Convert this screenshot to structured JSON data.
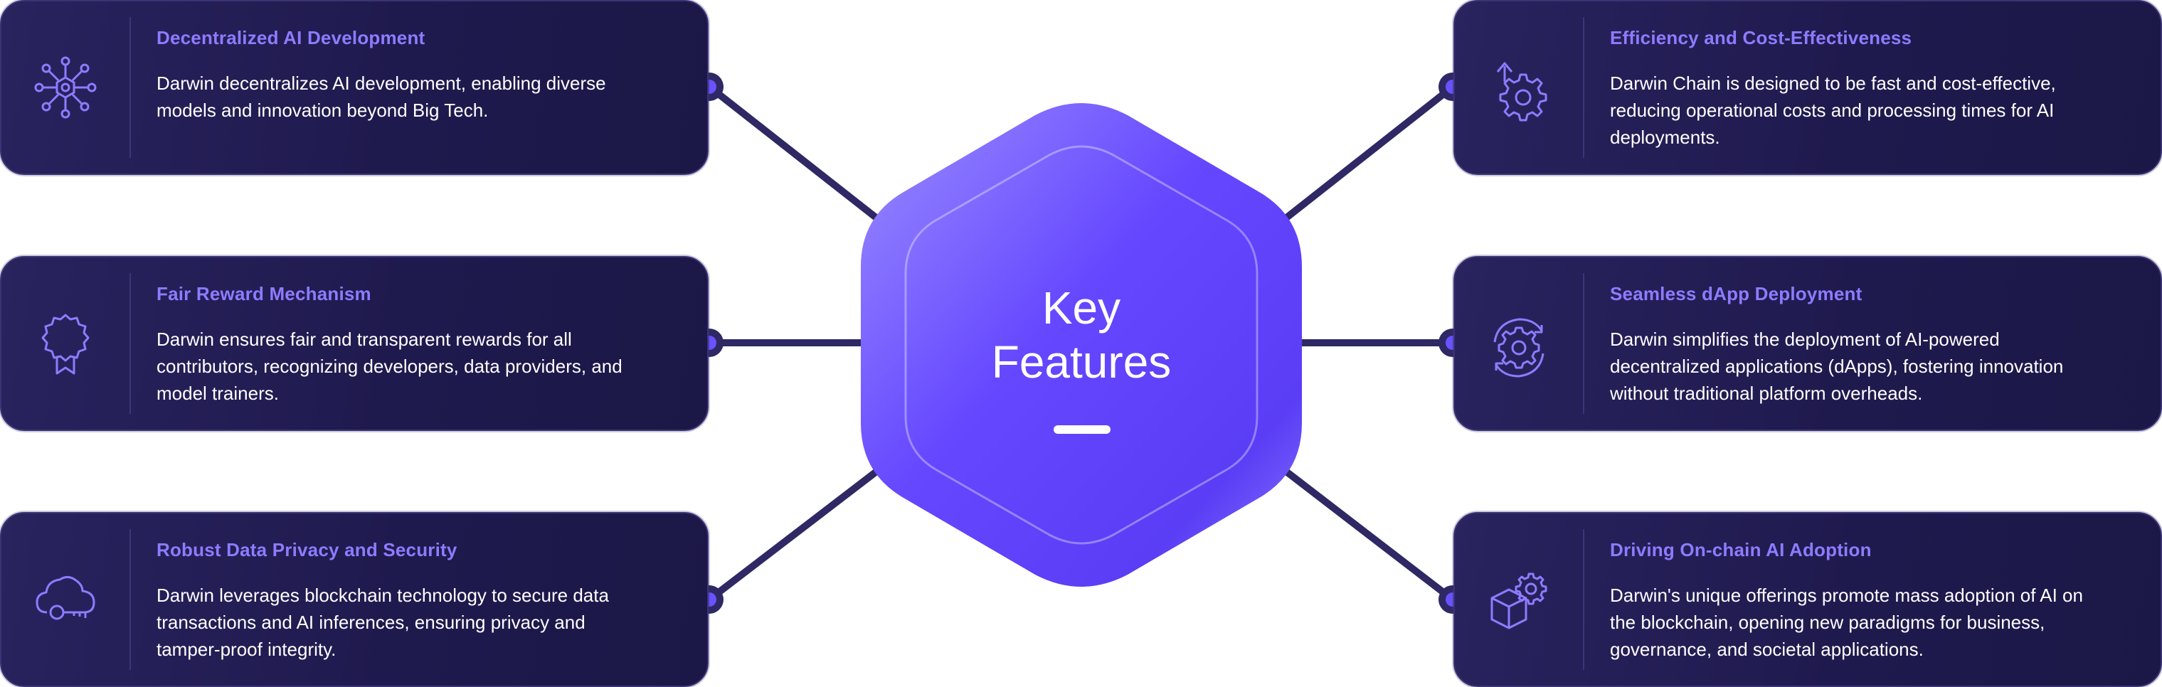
{
  "center": {
    "title_line1": "Key",
    "title_line2": "Features"
  },
  "colors": {
    "card_bg": "#221d52",
    "title_accent": "#8e7bff",
    "hex_primary": "#6a4dff",
    "connector": "#2e2864",
    "dot": "#6b52ff"
  },
  "features": [
    {
      "icon": "network-nodes-icon",
      "title": "Decentralized AI Development",
      "lines": [
        "Darwin decentralizes AI development, enabling diverse",
        "models and innovation beyond Big Tech."
      ]
    },
    {
      "icon": "award-ribbon-icon",
      "title": "Fair Reward Mechanism",
      "lines": [
        "Darwin ensures fair and transparent rewards for all",
        "contributors, recognizing developers, data providers, and",
        "model trainers."
      ]
    },
    {
      "icon": "cloud-key-icon",
      "title": "Robust Data Privacy and Security",
      "lines": [
        "Darwin leverages blockchain technology to secure data",
        "transactions and AI inferences, ensuring privacy and",
        "tamper-proof integrity."
      ]
    },
    {
      "icon": "gear-arrow-up-icon",
      "title": "Efficiency and Cost-Effectiveness",
      "lines": [
        "Darwin Chain is designed to be fast and cost-effective,",
        "reducing operational costs and processing times for AI",
        "deployments."
      ]
    },
    {
      "icon": "gear-cycle-icon",
      "title": "Seamless dApp Deployment",
      "lines": [
        "Darwin simplifies the deployment of AI-powered",
        "decentralized applications (dApps), fostering innovation",
        "without traditional platform overheads."
      ]
    },
    {
      "icon": "cube-gear-icon",
      "title": "Driving On-chain AI Adoption",
      "lines": [
        "Darwin's unique offerings promote mass adoption of AI on",
        "the blockchain, opening new paradigms for business,",
        "governance, and societal applications."
      ]
    }
  ]
}
